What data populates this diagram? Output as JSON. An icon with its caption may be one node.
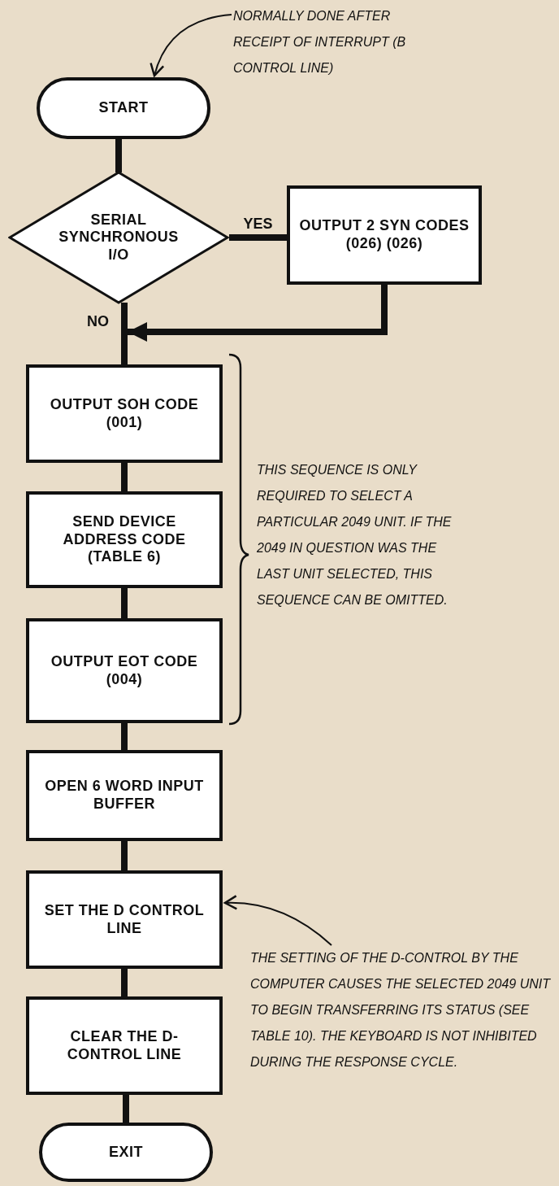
{
  "diagram": {
    "nodes": [
      {
        "text": [
          "NORMALLY DONE AFTER RECEIPT OF INTERRUPT (B CONTROL LINE)"
        ]
      },
      {
        "text": [
          "START"
        ]
      },
      {
        "text": [
          "SERIAL SYNCHRONOUS I/O"
        ]
      },
      {
        "text": [
          "OUTPUT 2 SYN CODES (026) (026)"
        ]
      },
      {
        "text": [
          "OUTPUT SOH CODE (001)"
        ]
      },
      {
        "text": [
          "SEND DEVICE ADDRESS CODE (TABLE 6)"
        ]
      },
      {
        "text": [
          "OUTPUT EOT CODE (004)"
        ]
      },
      {
        "text": [
          "OPEN 6 WORD INPUT BUFFER"
        ]
      },
      {
        "text": [
          "SET THE D CONTROL LINE"
        ]
      },
      {
        "text": [
          "THE SETTING OF THE D-CONTROL BY THE COMPUTER CAUSES THE SELECTED 2049 UNIT TO BEGIN TRANSFERRING ITS STATUS (SEE TABLE 10). THE KEYBOARD IS NOT INHIBITED DURING THE RESPONSE CYCLE."
        ]
      },
      {
        "text": [
          "CLEAR THE D-CONTROL LINE"
        ]
      },
      {
        "text": [
          "EXIT"
        ]
      }
    ],
    "edges": [
      {
        "from": 0,
        "to": 1,
        "arrow": "to"
      },
      {
        "from": 1,
        "to": 2,
        "arrow": "none"
      },
      {
        "from": 2,
        "to": 3,
        "arrow": "none",
        "label": "YES"
      },
      {
        "from": 2,
        "to": 4,
        "arrow": "none",
        "label": "NO"
      },
      {
        "from": 3,
        "to": 4,
        "arrow": "to"
      },
      {
        "from": 4,
        "to": 5,
        "arrow": "none"
      },
      {
        "from": 5,
        "to": 6,
        "arrow": "none"
      },
      {
        "from": 6,
        "to": 7,
        "arrow": "none"
      },
      {
        "from": 7,
        "to": 8,
        "arrow": "none"
      },
      {
        "from": 9,
        "to": 8,
        "arrow": "to"
      },
      {
        "from": 8,
        "to": 10,
        "arrow": "none"
      },
      {
        "from": 10,
        "to": 11,
        "arrow": "none"
      }
    ],
    "labels": [
      "THIS SEQUENCE IS ONLY REQUIRED TO SELECT A PARTICULAR 2049 UNIT. IF THE 2049 IN QUESTION WAS THE LAST UNIT SELECTED, THIS SEQUENCE CAN BE OMITTED."
    ]
  }
}
